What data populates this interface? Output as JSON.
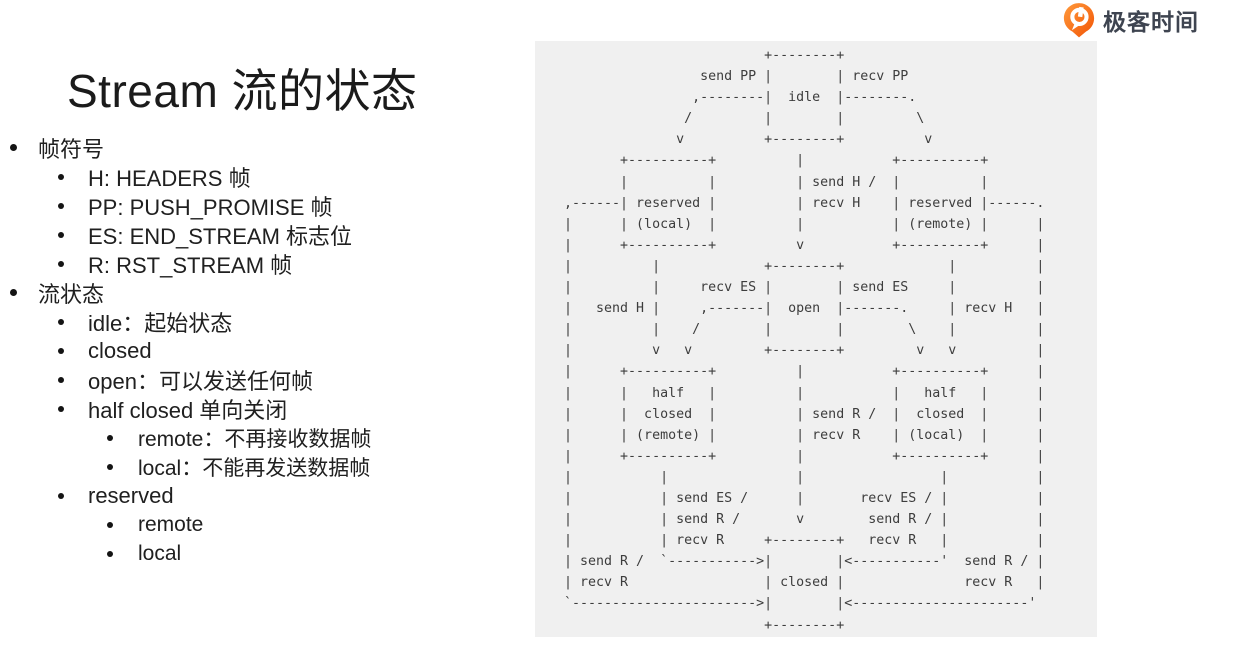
{
  "title": "Stream 流的状态",
  "logo": {
    "text": "极客时间"
  },
  "colors": {
    "accent_orange": "#f4640c",
    "panel_background": "#f0f0f0",
    "diagram_text": "#3d3d3d",
    "logo_text": "#3e4450",
    "body_text": "#202020"
  },
  "outline": {
    "items": [
      {
        "level": 1,
        "text": "帧符号"
      },
      {
        "level": 2,
        "text": "H: HEADERS 帧"
      },
      {
        "level": 2,
        "text": "PP: PUSH_PROMISE 帧"
      },
      {
        "level": 2,
        "text": "ES: END_STREAM 标志位"
      },
      {
        "level": 2,
        "text": "R: RST_STREAM 帧"
      },
      {
        "level": 1,
        "text": "流状态"
      },
      {
        "level": 2,
        "text": "idle：起始状态"
      },
      {
        "level": 2,
        "text": "closed"
      },
      {
        "level": 2,
        "text": "open：可以发送任何帧"
      },
      {
        "level": 2,
        "text": "half closed 单向关闭"
      },
      {
        "level": 3,
        "text": "remote：不再接收数据帧"
      },
      {
        "level": 3,
        "text": "local：不能再发送数据帧"
      },
      {
        "level": 2,
        "text": "reserved"
      },
      {
        "level": 3,
        "text": "remote"
      },
      {
        "level": 3,
        "text": "local"
      }
    ]
  },
  "diagram": {
    "description": "HTTP/2 stream state machine (RFC 7540 Figure 2)",
    "ascii_lines": [
      "                          +--------+",
      "                  send PP |        | recv PP",
      "                 ,--------|  idle  |--------.",
      "                /         |        |         \\",
      "               v          +--------+          v",
      "        +----------+          |           +----------+",
      "        |          |          | send H /  |          |",
      " ,------| reserved |          | recv H    | reserved |------.",
      " |      | (local)  |          |           | (remote) |      |",
      " |      +----------+          v           +----------+      |",
      " |          |             +--------+             |          |",
      " |          |     recv ES |        | send ES     |          |",
      " |   send H |     ,-------|  open  |-------.     | recv H   |",
      " |          |    /        |        |        \\    |          |",
      " |          v   v         +--------+         v   v          |",
      " |      +----------+          |           +----------+      |",
      " |      |   half   |          |           |   half   |      |",
      " |      |  closed  |          | send R /  |  closed  |      |",
      " |      | (remote) |          | recv R    | (local)  |      |",
      " |      +----------+          |           +----------+      |",
      " |           |                |                 |           |",
      " |           | send ES /      |       recv ES / |           |",
      " |           | send R /       v        send R / |           |",
      " |           | recv R     +--------+   recv R   |           |",
      " | send R /  `----------->|        |<-----------'  send R / |",
      " | recv R                 | closed |               recv R   |",
      " `----------------------->|        |<----------------------'",
      "                          +--------+"
    ]
  }
}
